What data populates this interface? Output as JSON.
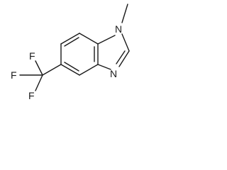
{
  "molecule": {
    "atoms": {
      "n1": "N",
      "n3": "N",
      "methyl": "",
      "f1": "F",
      "f2": "F",
      "f3": "F"
    },
    "colors": {
      "ink": "#1a1a1a",
      "background": "#ffffff"
    }
  }
}
